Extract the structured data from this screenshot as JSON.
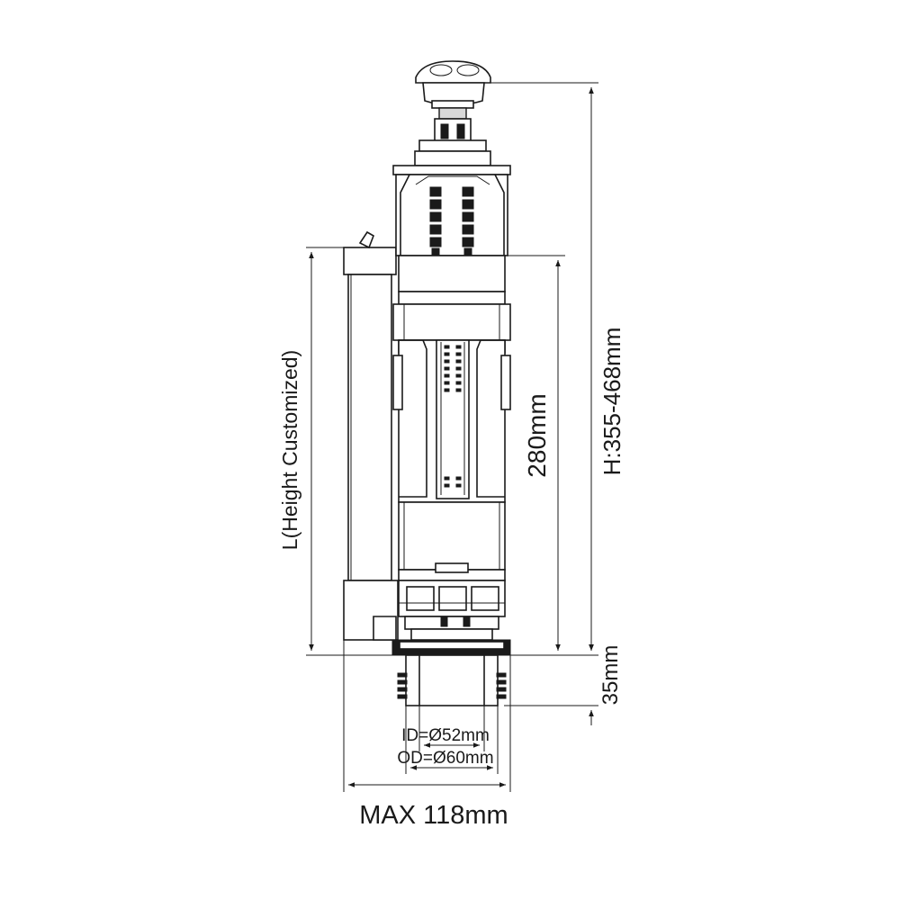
{
  "dimensions": {
    "height_range": "H:355-468mm",
    "length_custom": "L(Height Customized)",
    "stroke": "280mm",
    "thread_length": "35mm",
    "inner_diameter": "ID=Ø52mm",
    "outer_diameter": "OD=Ø60mm",
    "max_width": "MAX 118mm"
  },
  "colors": {
    "line": "#1a1a1a",
    "background": "#ffffff",
    "fill_grey": "#d9d9d9"
  }
}
